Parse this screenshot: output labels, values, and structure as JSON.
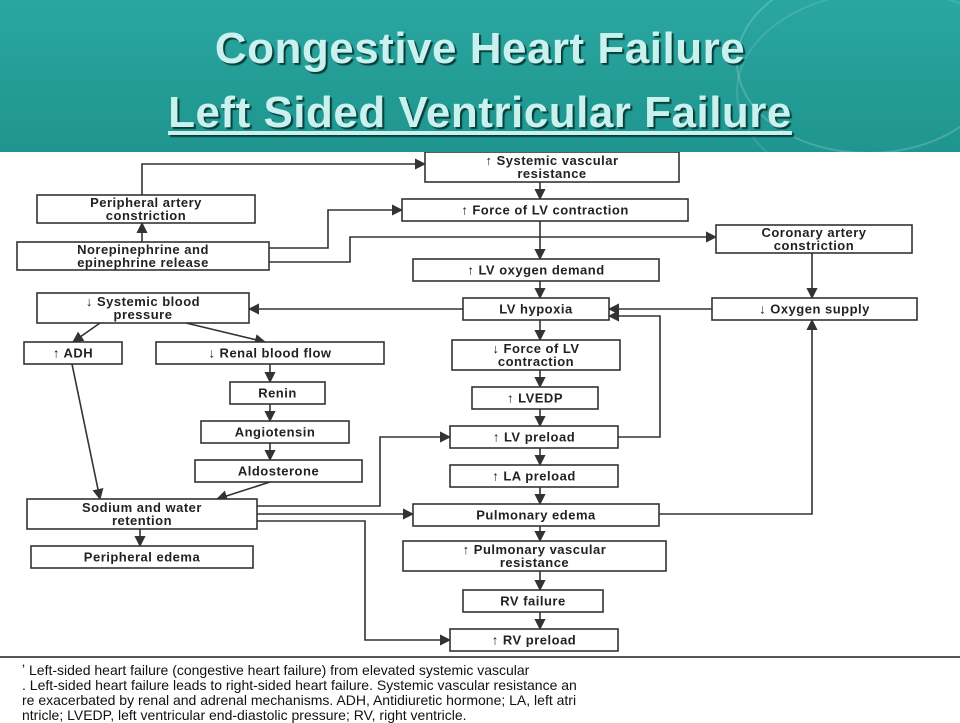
{
  "header": {
    "title_line1": "Congestive Heart Failure",
    "title_line2": "Left Sided Ventricular Failure",
    "accent_color": "#2aa6a0",
    "title_color": "#c9f2ee"
  },
  "diagram": {
    "boxes": {
      "svr": [
        "↑ Systemic vascular",
        "resistance"
      ],
      "periph_artery": [
        "Peripheral artery",
        "constriction"
      ],
      "force_lv": [
        "↑ Force of LV contraction"
      ],
      "norepi": [
        "Norepinephrine and",
        "epinephrine release"
      ],
      "coronary": [
        "Coronary artery",
        "constriction"
      ],
      "lv_o2": [
        "↑ LV oxygen demand"
      ],
      "sys_bp": [
        "↓ Systemic blood",
        "pressure"
      ],
      "lv_hypoxia": [
        "LV hypoxia"
      ],
      "o2_supply": [
        "↓ Oxygen supply"
      ],
      "adh": [
        "↑ ADH"
      ],
      "renal": [
        "↓ Renal blood flow"
      ],
      "force_lv_down": [
        "↓ Force of LV",
        "contraction"
      ],
      "renin": [
        "Renin"
      ],
      "lvedp": [
        "↑ LVEDP"
      ],
      "angiotensin": [
        "Angiotensin"
      ],
      "lv_preload": [
        "↑ LV preload"
      ],
      "aldosterone": [
        "Aldosterone"
      ],
      "la_preload": [
        "↑ LA preload"
      ],
      "sodium": [
        "Sodium and water",
        "retention"
      ],
      "pulm_edema": [
        "Pulmonary edema"
      ],
      "periph_edema": [
        "Peripheral edema"
      ],
      "pulm_vasc": [
        "↑ Pulmonary vascular",
        "resistance"
      ],
      "rv_failure": [
        "RV failure"
      ],
      "rv_preload": [
        "↑ RV preload"
      ]
    }
  },
  "caption": {
    "line1": "ʼ Left-sided heart failure (congestive heart failure) from elevated systemic vascular",
    "line2": ". Left-sided heart failure leads to right-sided heart failure. Systemic vascular resistance an",
    "line3": "re exacerbated by renal and adrenal mechanisms. ADH, Antidiuretic hormone; LA, left atri",
    "line4": "ntricle; LVEDP, left ventricular end-diastolic pressure; RV, right ventricle."
  }
}
